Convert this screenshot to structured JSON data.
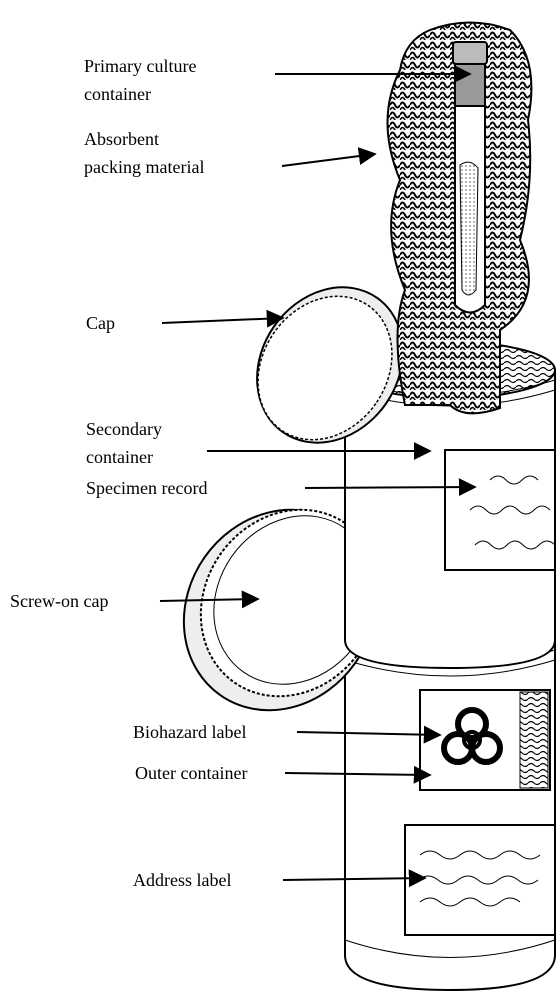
{
  "diagram": {
    "labels": {
      "primary_container": [
        "Primary culture",
        "container"
      ],
      "absorbent": [
        "Absorbent",
        "packing material"
      ],
      "cap": "Cap",
      "secondary_container": [
        "Secondary",
        "container"
      ],
      "specimen_record": "Specimen record",
      "screw_on_cap": "Screw-on cap",
      "biohazard_label": "Biohazard label",
      "outer_container": "Outer container",
      "address_label": "Address label"
    }
  }
}
